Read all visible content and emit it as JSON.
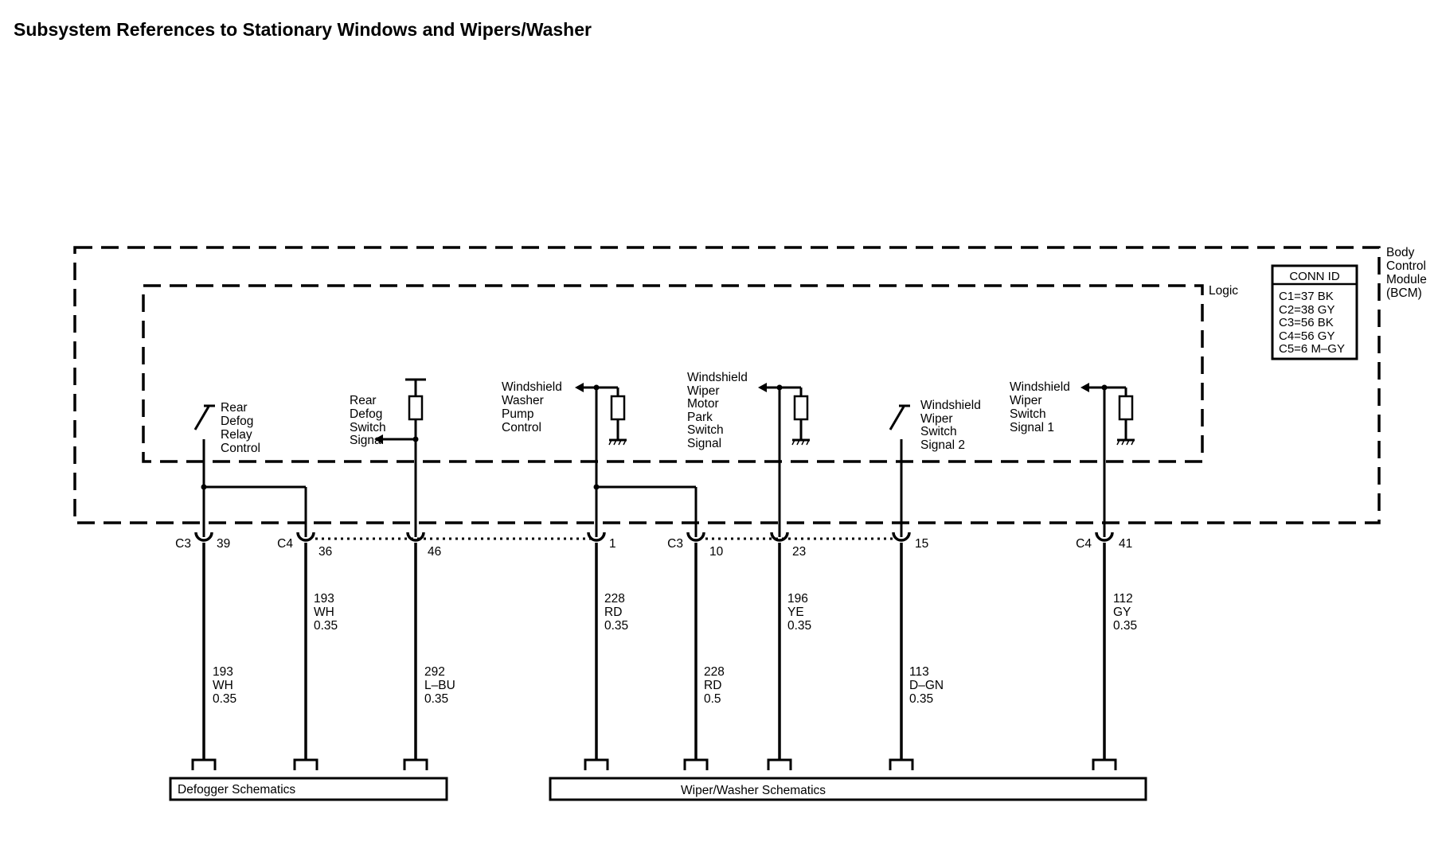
{
  "title": "Subsystem References to Stationary Windows and Wipers/Washer",
  "module": {
    "name_lines": [
      "Body",
      "Control",
      "Module",
      "(BCM)"
    ],
    "logic_label": "Logic",
    "conn_id": {
      "heading": "CONN ID",
      "rows": [
        "C1=37 BK",
        "C2=38 GY",
        "C3=56 BK",
        "C4=56 GY",
        "C5=6 M–GY"
      ]
    }
  },
  "signals": [
    {
      "id": "rear-defog-relay-control",
      "lines": [
        "Rear",
        "Defog",
        "Relay",
        "Control"
      ]
    },
    {
      "id": "rear-defog-switch-signal",
      "lines": [
        "Rear",
        "Defog",
        "Switch",
        "Signal"
      ]
    },
    {
      "id": "windshield-washer-pump-control",
      "lines": [
        "Windshield",
        "Washer",
        "Pump",
        "Control"
      ]
    },
    {
      "id": "windshield-wiper-motor-park-switch-signal",
      "lines": [
        "Windshield",
        "Wiper",
        "Motor",
        "Park",
        "Switch",
        "Signal"
      ]
    },
    {
      "id": "windshield-wiper-switch-signal-2",
      "lines": [
        "Windshield",
        "Wiper",
        "Switch",
        "Signal 2"
      ]
    },
    {
      "id": "windshield-wiper-switch-signal-1",
      "lines": [
        "Windshield",
        "Wiper",
        "Switch",
        "Signal 1"
      ]
    }
  ],
  "connectors": [
    {
      "conn": "C3",
      "pin": "39"
    },
    {
      "conn": "C4",
      "pin": "36"
    },
    {
      "conn": "",
      "pin": "46"
    },
    {
      "conn": "",
      "pin": "1"
    },
    {
      "conn": "C3",
      "pin": "10"
    },
    {
      "conn": "",
      "pin": "23"
    },
    {
      "conn": "",
      "pin": "15"
    },
    {
      "conn": "C4",
      "pin": "41"
    }
  ],
  "wires": [
    {
      "circuit": "193",
      "color": "WH",
      "size": "0.35"
    },
    {
      "circuit": "193",
      "color": "WH",
      "size": "0.35"
    },
    {
      "circuit": "292",
      "color": "L–BU",
      "size": "0.35"
    },
    {
      "circuit": "228",
      "color": "RD",
      "size": "0.35"
    },
    {
      "circuit": "228",
      "color": "RD",
      "size": "0.5"
    },
    {
      "circuit": "196",
      "color": "YE",
      "size": "0.35"
    },
    {
      "circuit": "113",
      "color": "D–GN",
      "size": "0.35"
    },
    {
      "circuit": "112",
      "color": "GY",
      "size": "0.35"
    }
  ],
  "references": {
    "defogger": "Defogger Schematics",
    "wiper_washer": "Wiper/Washer Schematics"
  }
}
